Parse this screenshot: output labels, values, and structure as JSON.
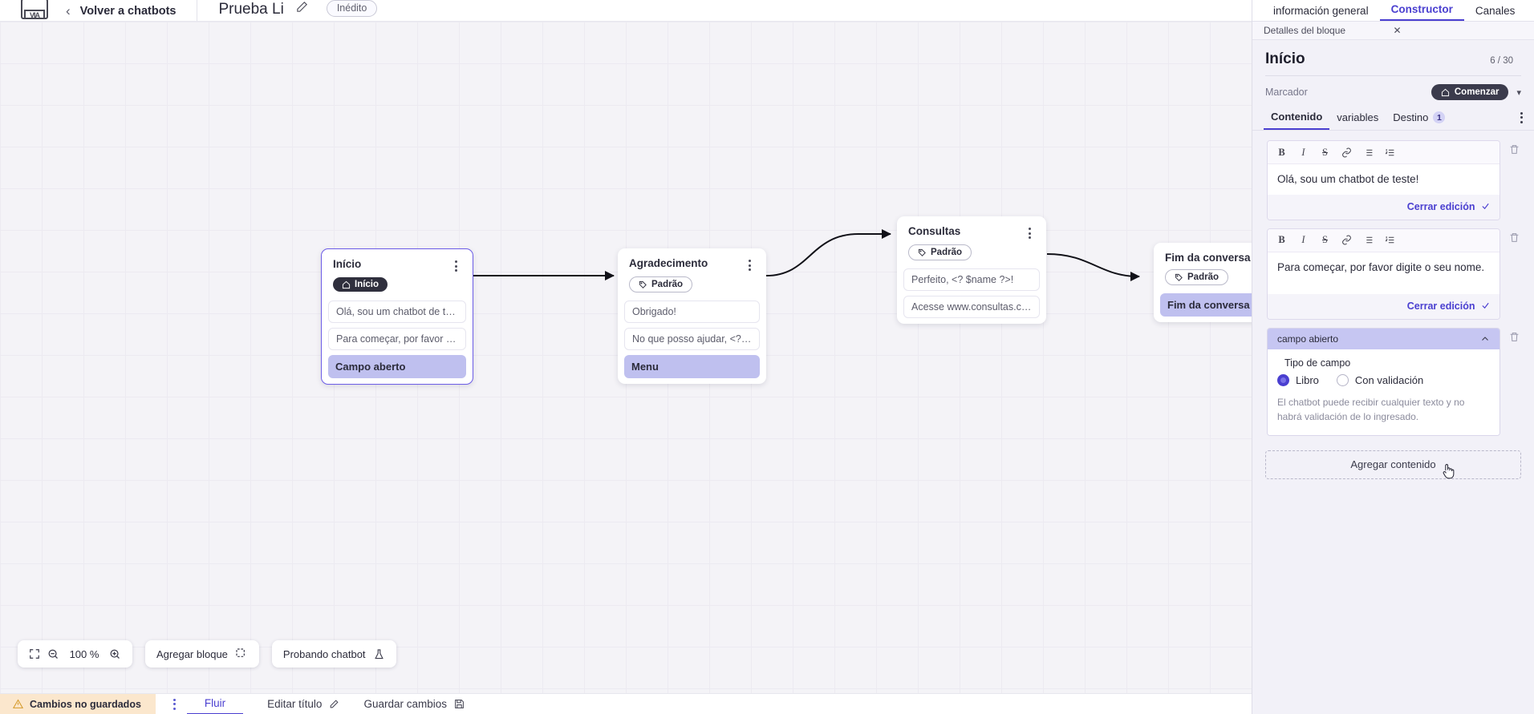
{
  "topbar": {
    "logo_text": "VIA",
    "back_label": "Volver a chatbots",
    "bot_title": "Prueba Li",
    "status_badge": "Inédito"
  },
  "canvas": {
    "nodes": [
      {
        "title": "Início",
        "tag": "Início",
        "tag_style": "dark",
        "messages": [
          "Olá, sou um chatbot de teste!",
          "Para começar, por favor digite o ..."
        ],
        "field": "Campo aberto",
        "selected": true
      },
      {
        "title": "Agradecimento",
        "tag": "Padrão",
        "tag_style": "light",
        "messages": [
          "Obrigado!",
          "No que posso ajudar, <? $name ..."
        ],
        "field": "Menu",
        "selected": false
      },
      {
        "title": "Consultas",
        "tag": "Padrão",
        "tag_style": "light",
        "messages": [
          "Perfeito, <? $name ?>!",
          "Acesse www.consultas.com par..."
        ],
        "field": "",
        "selected": false
      },
      {
        "title": "Fim da conversa",
        "tag": "Padrão",
        "tag_style": "light",
        "messages": [],
        "field": "Fim da conversa",
        "selected": false
      }
    ],
    "toolbar": {
      "fit_icon": "fit-screen-icon",
      "zoom_out_icon": "zoom-out-icon",
      "zoom_level": "100 %",
      "zoom_in_icon": "zoom-in-icon",
      "add_block_label": "Agregar bloque",
      "test_bot_label": "Probando chatbot"
    }
  },
  "bottombar": {
    "unsaved_label": "Cambios no guardados",
    "warning_icon": "warning-icon",
    "kebab_icon": "kebab-icon",
    "flow_label": "Fluir",
    "edit_title_label": "Editar título",
    "save_label": "Guardar cambios"
  },
  "panel": {
    "tabs": [
      {
        "label": "información general",
        "active": false
      },
      {
        "label": "Constructor",
        "active": true
      },
      {
        "label": "Canales",
        "active": false
      }
    ],
    "subhead": "Detalles del bloque",
    "block_title": "Início",
    "counter": "6 / 30",
    "marcador_label": "Marcador",
    "marcador_value": "Comenzar",
    "subtabs": [
      {
        "label": "Contenido",
        "active": true,
        "badge": ""
      },
      {
        "label": "variables",
        "active": false,
        "badge": ""
      },
      {
        "label": "Destino",
        "active": false,
        "badge": "1"
      }
    ],
    "rte_tools": [
      "B",
      "I",
      "S",
      "link",
      "ul",
      "ol"
    ],
    "blocks": [
      {
        "text": "Olá, sou um chatbot de teste!",
        "footer": "Cerrar edición"
      },
      {
        "text": "Para começar, por favor digite o seu nome.",
        "footer": "Cerrar edición"
      }
    ],
    "campo": {
      "header": "campo abierto",
      "tipo_label": "Tipo de campo",
      "options": [
        {
          "label": "Libro",
          "selected": true
        },
        {
          "label": "Con validación",
          "selected": false
        }
      ],
      "help": "El chatbot puede recibir cualquier texto y no habrá validación de lo ingresado."
    },
    "add_content_label": "Agregar contenido"
  },
  "colors": {
    "accent": "#4a3fd0",
    "node_selected_border": "#6c5ce7",
    "field_chip": "#bfc0ef",
    "campo_header": "#c6c6f2",
    "unsaved_bg": "#fbe7cd",
    "canvas_bg": "#f4f3f7"
  }
}
